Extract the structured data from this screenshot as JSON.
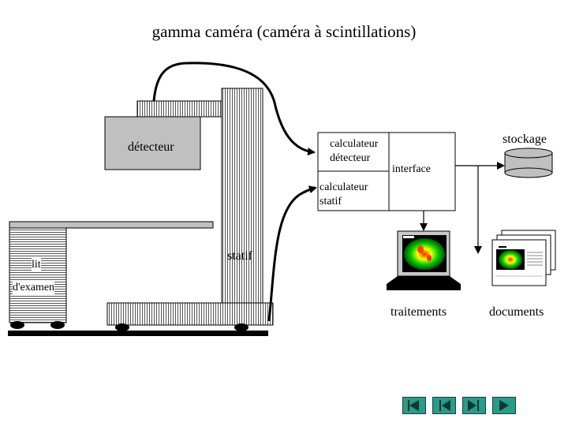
{
  "title": "gamma caméra (caméra à scintillations)",
  "labels": {
    "detecteur": "détecteur",
    "calc_detecteur": [
      "calculateur",
      "détecteur"
    ],
    "calc_statif": [
      "calculateur",
      "statif"
    ],
    "interface": "interface",
    "stockage": "stockage",
    "statif": "statif",
    "lit": [
      "lit",
      "d'examen"
    ],
    "traitements": "traitements",
    "documents": "documents"
  },
  "nav": {
    "buttons": [
      "first-slide",
      "previous-slide",
      "next-slide",
      "last-slide"
    ]
  },
  "colors": {
    "gray_fill": "#c0c0c0",
    "nav_button": "#2a9a8a",
    "scan_yellow": "#ffff00",
    "scan_green": "#00c000"
  }
}
